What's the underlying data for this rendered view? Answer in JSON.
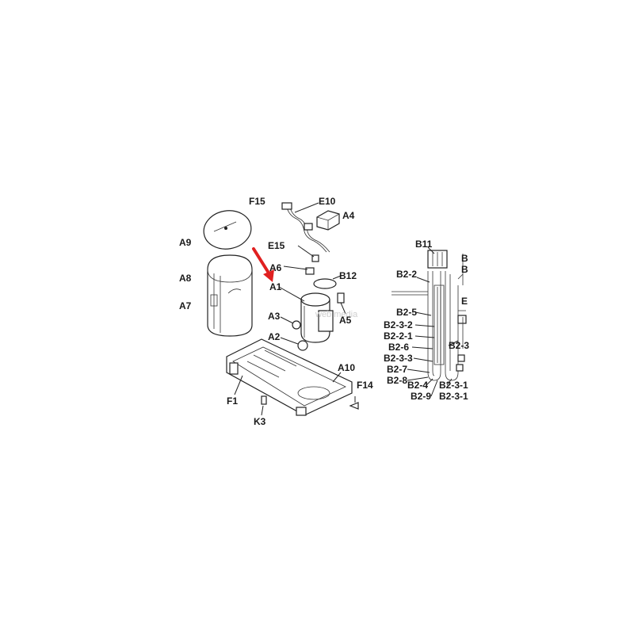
{
  "diagram": {
    "labels": {
      "F15": "F15",
      "E10": "E10",
      "A4": "A4",
      "A9": "A9",
      "E15": "E15",
      "A6": "A6",
      "B12": "B12",
      "A8": "A8",
      "A1": "A1",
      "A7": "A7",
      "A3": "A3",
      "A5": "A5",
      "A2": "A2",
      "A10": "A10",
      "F14": "F14",
      "F1": "F1",
      "K3": "K3",
      "B11": "B11",
      "B2_2": "B2-2",
      "B2_5": "B2-5",
      "B2_3_2": "B2-3-2",
      "B2_2_1": "B2-2-1",
      "B2_6": "B2-6",
      "B2_3_3": "B2-3-3",
      "B2_7": "B2-7",
      "B2_8": "B2-8",
      "B2_4": "B2-4",
      "B2_9": "B2-9",
      "B2_3_1a": "B2-3-1",
      "B2_3_1b": "B2-3-1",
      "B2_3_partial": "B2-3",
      "B_partial_1": "B",
      "B_partial_2": "B",
      "E_partial": "E"
    },
    "watermark": "web media",
    "colors": {
      "arrow": "#e02020",
      "line": "#222222",
      "text": "#1a1a1a"
    }
  }
}
